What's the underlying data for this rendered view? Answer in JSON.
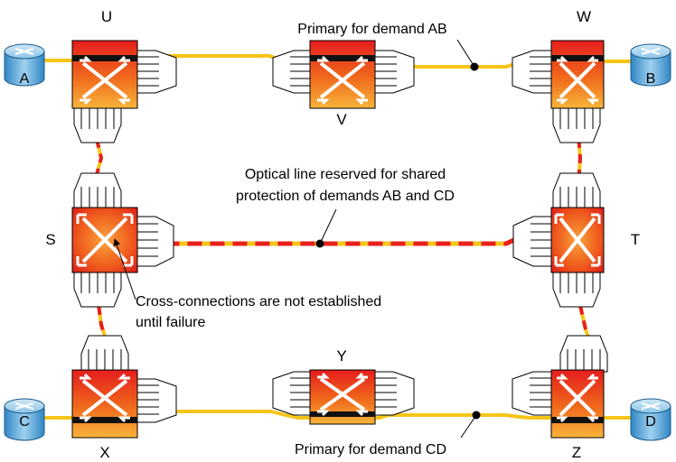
{
  "nodes": {
    "U": "U",
    "V": "V",
    "W": "W",
    "S": "S",
    "T": "T",
    "X": "X",
    "Y": "Y",
    "Z": "Z"
  },
  "routers": {
    "A": "A",
    "B": "B",
    "C": "C",
    "D": "D"
  },
  "annotations": {
    "primary_ab": "Primary for demand AB",
    "primary_cd": "Primary for demand CD",
    "reserved_line_1": "Optical line reserved for shared",
    "reserved_line_2": "protection of demands AB and CD",
    "cross_conn_1": "Cross-connections are not established",
    "cross_conn_2": "until failure"
  },
  "colors": {
    "primary_line": "#f5c518",
    "protection_dash": "#e8201c",
    "switch_red": "#e8201c",
    "switch_orange": "#f59a23",
    "router_blue": "#5aa9d6"
  }
}
